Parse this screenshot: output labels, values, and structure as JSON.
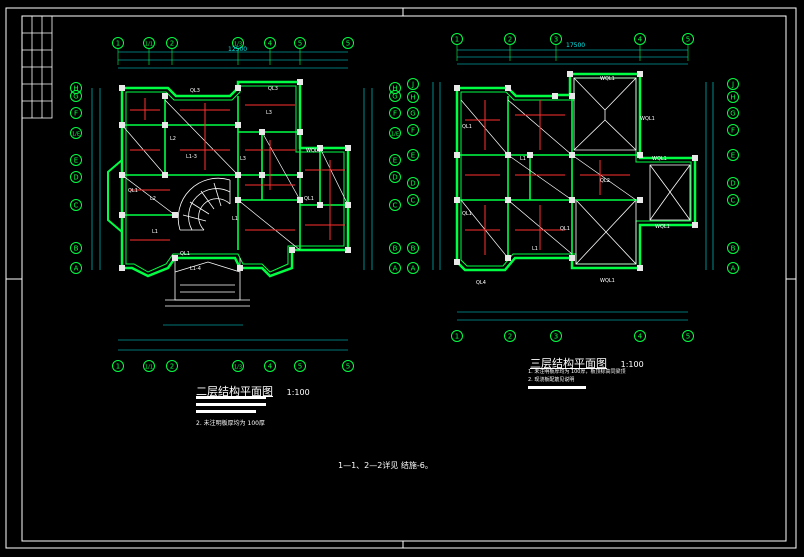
{
  "colors": {
    "background": "#000000",
    "frame": "#ffffff",
    "wall": "#00ff44",
    "column": "#e8e8e8",
    "beam": "#ff3030",
    "grid_axis": "#00ff44",
    "dimension": "#00e8e8",
    "slab_line": "#ffffff",
    "tag": "#ffff00"
  },
  "drawings": [
    {
      "id": "floor2",
      "title": "二层结构平面图",
      "scale": "1:100",
      "axis_labels_x": [
        "1",
        "1/1",
        "2",
        "1/3",
        "4",
        "5"
      ],
      "axis_labels_y": [
        "A",
        "B",
        "C",
        "D",
        "E",
        "1/E",
        "F",
        "G",
        "H"
      ],
      "overall_dimension": "12500",
      "beam_tags": [
        "QL3",
        "QL1",
        "L2",
        "L2",
        "L1-3",
        "L3",
        "QL1",
        "L1",
        "L1",
        "QL1",
        "L3",
        "WQL1",
        "QL3",
        "L1-4"
      ],
      "note_line": "2. 未注明板厚均为 100厚"
    },
    {
      "id": "floor3",
      "title": "三层结构平面图",
      "scale": "1:100",
      "axis_labels_x": [
        "1",
        "2",
        "3",
        "4",
        "5"
      ],
      "axis_labels_y": [
        "A",
        "B",
        "C",
        "D",
        "E",
        "F",
        "G",
        "H",
        "J"
      ],
      "overall_dimension": "17500",
      "beam_tags": [
        "WQL1",
        "WQL1",
        "WQL1",
        "WQL1",
        "QL1",
        "QL1",
        "QL2",
        "L1",
        "L1",
        "QL1",
        "WQL1",
        "QL4"
      ],
      "note_lines": [
        "1. 未注明板厚均为 100厚，板顶标高同梁顶",
        "2. 现浇板配筋见说明"
      ]
    }
  ],
  "footnote": "1—1、2—2详见 结施-6。"
}
